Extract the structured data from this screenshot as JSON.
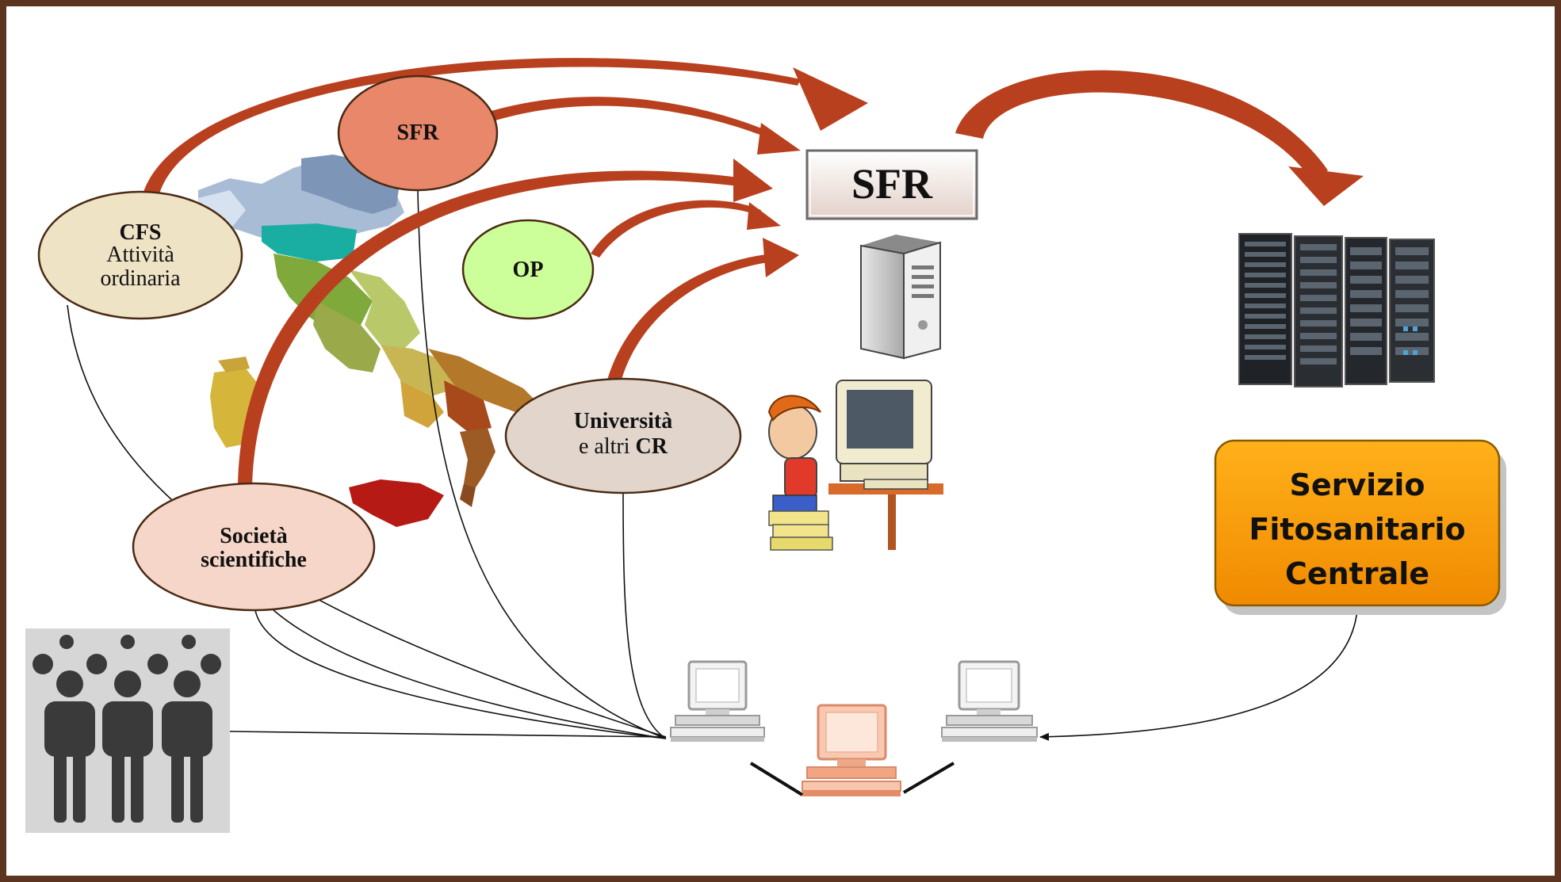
{
  "sources": {
    "cfs": {
      "title": "CFS",
      "line1": "Attività",
      "line2": "ordinaria"
    },
    "sfr": {
      "label": "SFR"
    },
    "op": {
      "label": "OP"
    },
    "universita": {
      "line1": "Università",
      "line2_prefix": "e altri",
      "line2_bold": "CR"
    },
    "societa": {
      "line1": "Società",
      "line2": "scientifiche"
    }
  },
  "central_sfr_box": {
    "label": "SFR"
  },
  "servizio_box": {
    "line1": "Servizio",
    "line2": "Fitosanitario",
    "line3": "Centrale"
  },
  "colors": {
    "arrow": "#b8401f",
    "frame": "#6b3a22",
    "cfs_fill": "#efe3c6",
    "sfr_fill": "#e9876a",
    "op_fill": "#ccff99",
    "universita_fill": "#e2d6cc",
    "societa_fill": "#f6d6c8",
    "servizio_fill": "#f59c00",
    "people_icon_bg": "#d6d6d6"
  }
}
